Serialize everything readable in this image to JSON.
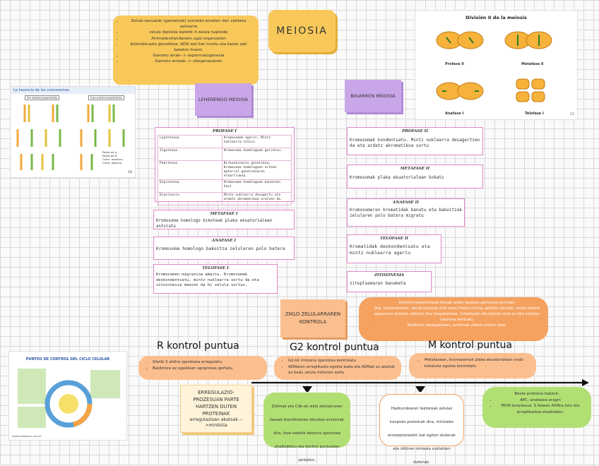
{
  "title": "MEIOSIA",
  "intro_list": [
    "Zelula sexualak (gametoak) sortzeko ematen den zatiketa zelularra",
    "zelula diploide batetik 4 zelula haploide",
    "Animalien/landareen ugal organoetan",
    "birkonbinazio genetikoa: ADN zati bat mostu eta beste zati batekin itsatsi.",
    "Gameto arrak--> espermatogenesia",
    "Gameto emeak--> obogenesiaren"
  ],
  "lehen": "LEHENENGO MEIOSIA",
  "bigarren": "BIGARREN MEIOSIA",
  "profase1": {
    "title": "PROFASE I",
    "rows": [
      [
        "Leptotenoa",
        "Kromosomak agerin. Mintz nuklearra lotzin"
      ],
      [
        "Zigotenoa",
        "Kromosoma homologoak gerratzu."
      ],
      [
        "Pakitenoa",
        "Birkonbinazio genetikoa. Kromosoma homologoen artean material genetikoaren elkartrukea."
      ],
      [
        "Diplotenoa",
        "Kromosoma homologoak banatzen hasi"
      ],
      [
        "Diazinesia",
        "Mintz nuklearra desagertu eta ardatz akromatikoa eratzen da."
      ]
    ]
  },
  "metafase1": {
    "title": "METAFASE I",
    "text": "Kromosoma homologo bikoteak plaka ekuatorialean antolatu"
  },
  "anafase1": {
    "title": "ANAFASE I",
    "text": "Kromosoma homologo bakoitza zelularen polo batera"
  },
  "telofase1": {
    "title": "TELOFASE I",
    "text": "Kromosomen migrazioa amaitu. Kromosomak deskondentsatu, mintz nuklearra sortu da eta zitozinesia ematen da bi zelula sortuz."
  },
  "profase2": {
    "title": "PROFASE II",
    "text": "Kromosomak kondentsatu. Mintz nuklearra desagertzen da eta ardatz akromatikoa sortu"
  },
  "metafase2": {
    "title": "METAFASE II",
    "text": "Kromosomak plaka ekuatorialean kokatu"
  },
  "anafase2": {
    "title": "ANAFASE II",
    "text": "Kromosomeren kromatidak banatu eta bakoitzak zelularen polo batera migratu"
  },
  "telofase2": {
    "title": "TELOFASE II",
    "text": "Kromatidak deskondentsatu eta mintz nuklearra agertu"
  },
  "zitozinesia": {
    "title": "ZITOZINESIA",
    "text": "zitoplasmaren banaketa"
  },
  "ziklo": "ZIKLO ZELULARRAREN KONTROLA",
  "kontrol_intro": [
    "Kontrol-mekanismoak faseak orden egokian gertatzea bermatu",
    "Org. zelulanitzetan, zelula batzuek ziklo osoa (hezur-muina, epitelio zelulak), beste batzuk egoeraren arabera zatitzen dira (hepatizitoak, linfozitoak) eta batzuk inoiz ez dira zatitzen (neurona helduak).",
    "Baldintza desegokietan, entzimak ziklom eteten dute."
  ],
  "r_title": "R kontrol puntua",
  "g2_title": "G2 kontrol puntua",
  "m_title": "M kontrol puntua",
  "r_list": [
    "Gletik S aldira igarotzea erregulatu",
    "Baldintza ez egokiean apoptosia gertatu"
  ],
  "g2_list": [
    "G2-tik mitosira igarotzea kontrolatu",
    "ADNaren erreplikazio egokia bada eta ADNak ez akatsik ez badu zelula mitosian sartu"
  ],
  "m_list": [
    "Metafasean, kromosomak plaka ekuatorialean ondo kokatuta egotea kontrolatu"
  ],
  "erreg": {
    "title": "ERREGULAZIO-PROZESUAN PARTE HARTZEN DUTEN PROTEINAK",
    "sub": "erregulazioan akatsak -->minbizia"
  },
  "green1": "Ziklinak eta Cdk-ak ziklo zelularraren faseak koordinatzen dituzten entzimak dira, fase batetik bestera igarotzea ahalbidetzu eta kontrol puntuetan jarduten.",
  "hazkunde": "Hazkundearen faktoreak zelulaz kanpoko proteinak dira, mintzeko errezeptoreekin bat egiten dutenak eta ziklinen sintesia sustatzen dutenak.",
  "green3": {
    "head": "Beste proteina batzuk:",
    "items": [
      "APC: anafasea eragin",
      "MCM konplexua: S fasean ADNra lotu eta erreplikazioa ahalbidetu."
    ]
  },
  "img_meiosis": {
    "title": "División II de la meiosis",
    "labels": [
      "Profase II",
      "Metafase II",
      "Anafase I",
      "Telofase I"
    ],
    "page": "17"
  },
  "img_herencia": {
    "title": "La herencia de los cromosomas",
    "labels": [
      "Sin entrecruzamiento",
      "Con entrecruzamiento"
    ],
    "legend": [
      "Padre de A",
      "Padre de B",
      "Crom. materno",
      "Crom. paterno"
    ],
    "page": "18"
  },
  "img_ciclo": {
    "title": "PUNTOS DE CONTROL DEL CICLO CELULAR",
    "footer": "www.biologiasur.com.ar"
  },
  "colors": {
    "yellow": "#f8c95a",
    "purple": "#c9a6e8",
    "orange": "#f5a15f",
    "peach": "#fbbf8f",
    "green": "#b2df74",
    "pink_border": "#e089c8"
  }
}
